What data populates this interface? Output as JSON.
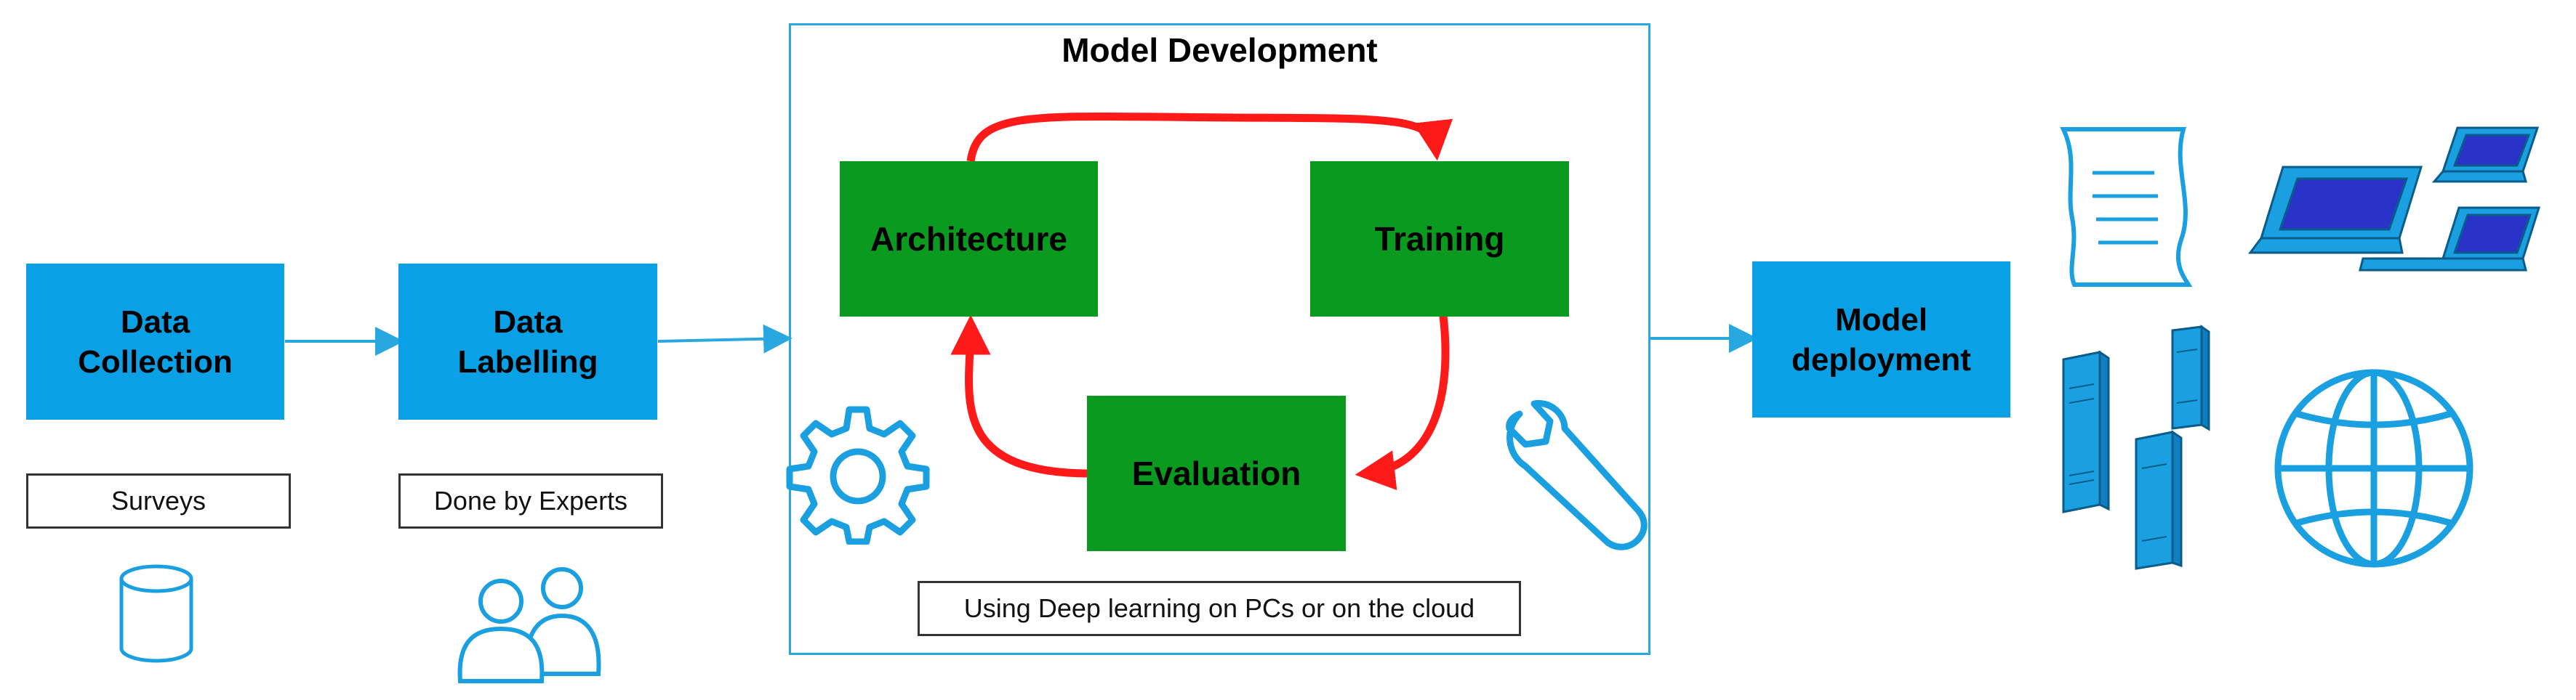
{
  "stages": {
    "collection": {
      "label": "Data\nCollection",
      "note": "Surveys"
    },
    "labelling": {
      "label": "Data\nLabelling",
      "note": "Done by Experts"
    },
    "development": {
      "title": "Model Development",
      "architecture": "Architecture",
      "training": "Training",
      "evaluation": "Evaluation",
      "note": "Using Deep learning on PCs or on the cloud"
    },
    "deployment": {
      "label": "Model\ndeployment"
    }
  },
  "icons": {
    "collection": "database-icon",
    "labelling": "users-icon",
    "dev_left": "gear-icon",
    "dev_right": "wrench-icon",
    "deploy": [
      "document-icon",
      "laptop-icon",
      "server-icon",
      "globe-icon"
    ]
  },
  "colors": {
    "stage_box": "#0aa0e6",
    "cycle_box": "#0a9a1f",
    "cycle_arrow": "#ff1a1a",
    "flow_arrow": "#29a8e0",
    "icon": "#1a9fe0"
  }
}
